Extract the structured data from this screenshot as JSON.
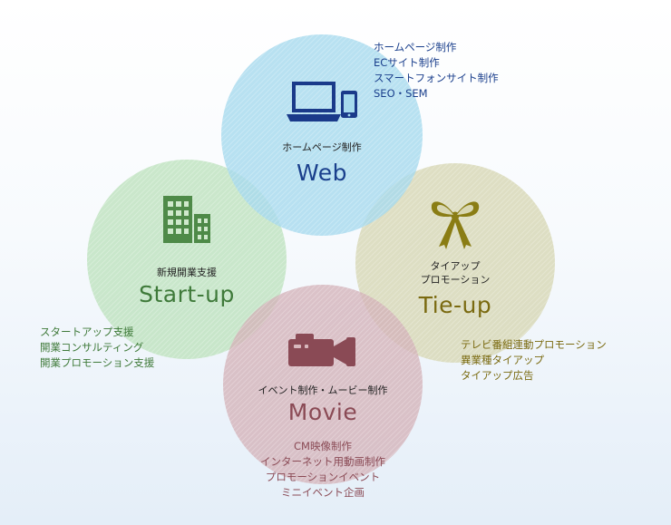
{
  "web": {
    "title": "ホームページ制作",
    "name": "Web",
    "items": [
      "ホームページ制作",
      "ECサイト制作",
      "スマートフォンサイト制作",
      "SEO・SEM"
    ],
    "icon": "laptop-smartphone-icon",
    "color": "#1a3f8c"
  },
  "startup": {
    "title": "新規開業支援",
    "name": "Start-up",
    "items": [
      "スタートアップ支援",
      "開業コンサルティング",
      "開業プロモーション支援"
    ],
    "icon": "office-building-icon",
    "color": "#3f7a3a"
  },
  "tieup": {
    "title_lines": [
      "タイアップ",
      "プロモーション"
    ],
    "name": "Tie-up",
    "items": [
      "テレビ番組連動プロモーション",
      "異業種タイアップ",
      "タイアップ広告"
    ],
    "icon": "ribbon-icon",
    "color": "#7a6a10"
  },
  "movie": {
    "title": "イベント制作・ムービー制作",
    "name": "Movie",
    "items": [
      "CM映像制作",
      "インターネット用動画制作",
      "プロモーションイベント",
      "ミニイベント企画"
    ],
    "icon": "video-camera-icon",
    "color": "#8a4a55"
  }
}
